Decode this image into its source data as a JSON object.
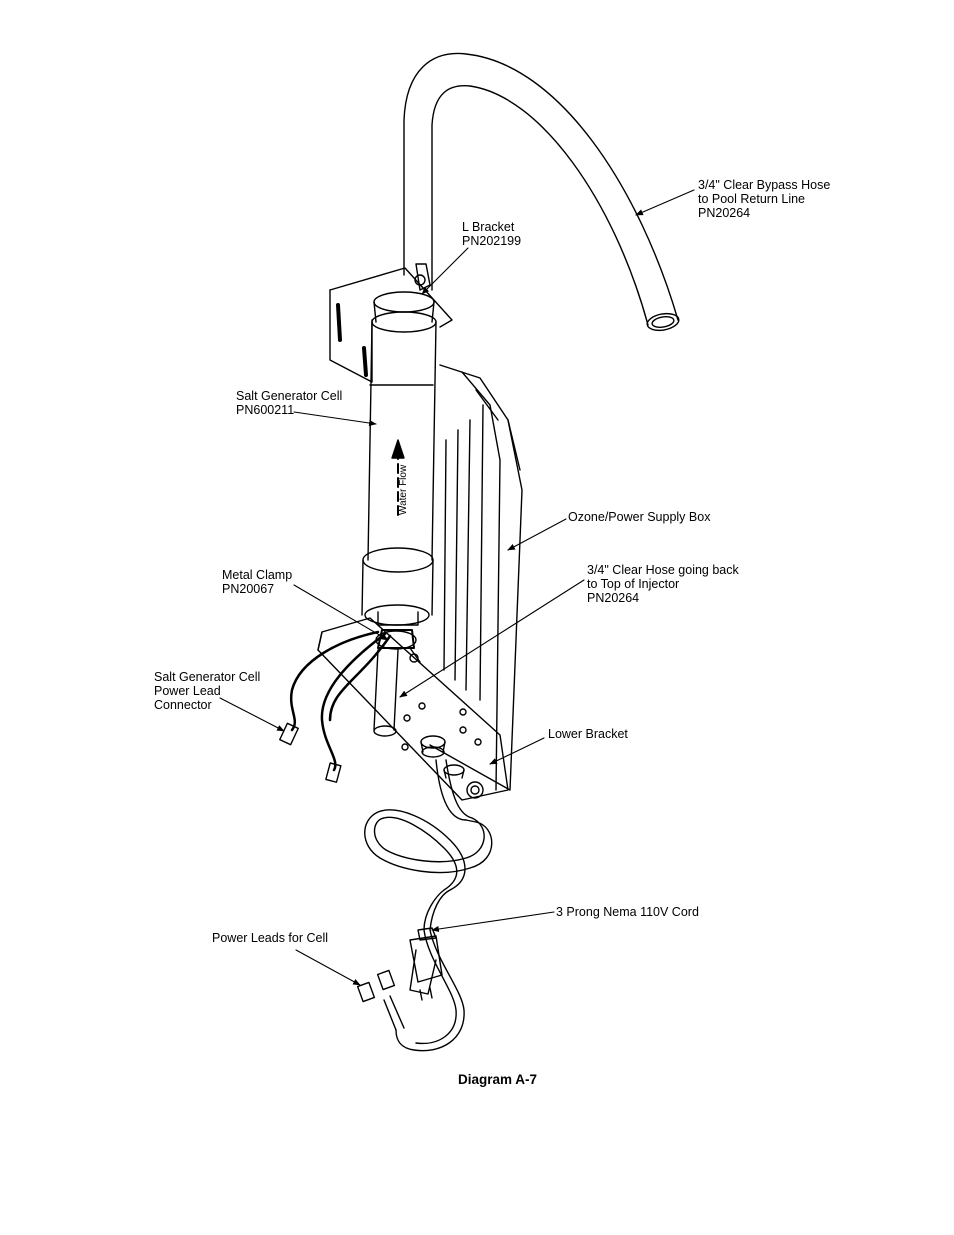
{
  "labels": {
    "bypass_hose": "3/4\" Clear Bypass Hose\nto Pool Return Line\nPN20264",
    "l_bracket": "L Bracket\nPN202199",
    "salt_cell": "Salt Generator Cell\nPN600211",
    "ozone_box": "Ozone/Power Supply Box",
    "clear_hose": "3/4\" Clear Hose going back\nto Top of Injector\nPN20264",
    "metal_clamp": "Metal Clamp\nPN20067",
    "power_lead_connector": "Salt Generator Cell\nPower Lead\nConnector",
    "lower_bracket": "Lower Bracket",
    "cord": "3 Prong Nema 110V Cord",
    "power_leads": "Power Leads for Cell"
  },
  "water_flow": "Water Flow",
  "caption": "Diagram A-7",
  "colors": {
    "line": "#000000",
    "paper": "#ffffff",
    "shade": "#d8d8d8"
  }
}
